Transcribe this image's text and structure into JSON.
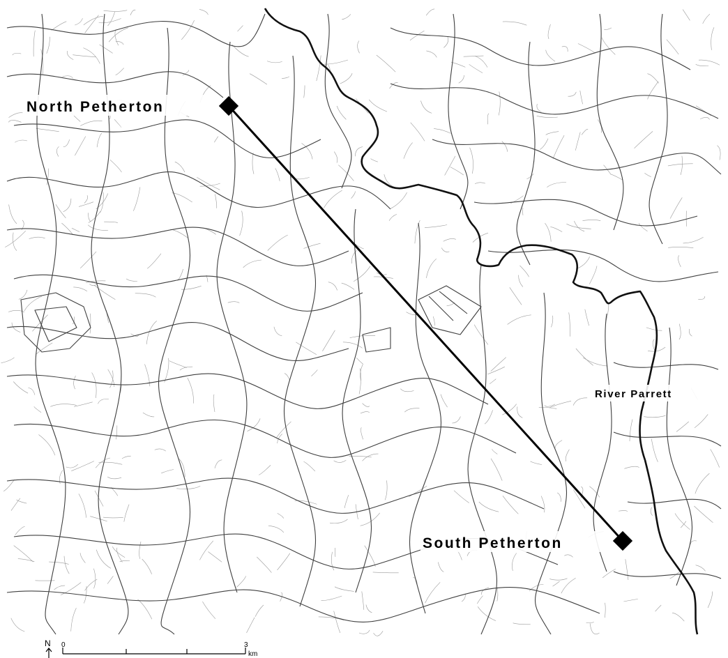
{
  "map": {
    "places": [
      {
        "id": "north",
        "name": "North Petherton"
      },
      {
        "id": "south",
        "name": "South Petherton"
      }
    ],
    "river": {
      "name": "River Parrett"
    },
    "scale": {
      "start": "0",
      "end": "3",
      "unit": "km"
    },
    "north_arrow": {
      "label": "N"
    },
    "colors": {
      "background": "#ffffff",
      "ink": "#000000",
      "field_boundary": "#444444",
      "fine_detail": "#8a8a8a",
      "river": "#111111"
    }
  }
}
